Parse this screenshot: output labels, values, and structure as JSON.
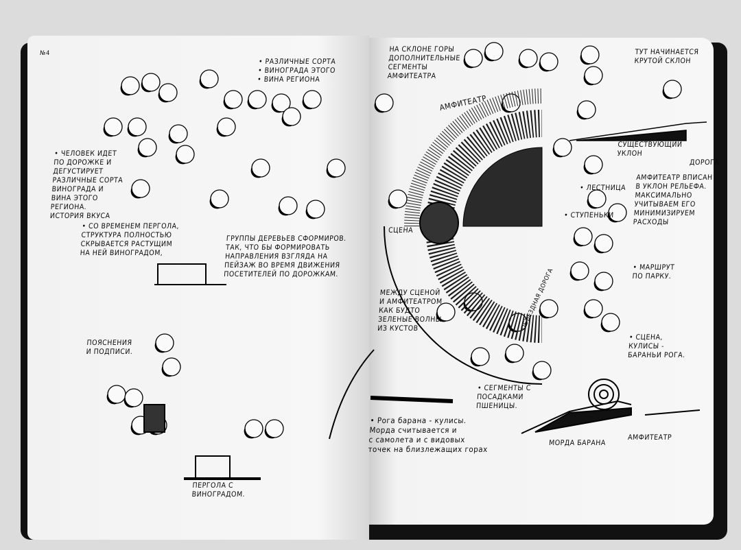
{
  "left_page": {
    "page_mark": "№4",
    "notes": {
      "grape_varieties": "• Различные сорта\n• винограда этого\n• вина региона",
      "person_walks": "• Человек идет\nпо дорожке и\nдегустирует\nразличные сорта\nвинограда и\nвина этого\nрегиона.\nИстория вкуса",
      "pergola_over_time": "• Со временем пергола,\nструктура полностью\nскрывается растущим\nна ней виноградом,",
      "tree_groups": "Группы деревьев сформиров.\nтак, что бы формировать\nнаправления взгляда на\nпейзаж во время движения\nпосетителей по дорожкам.",
      "explanations": "Пояснения\nи подписи.",
      "pergola_with_grapes": "Пергола с\nвиноградом."
    }
  },
  "right_page": {
    "notes": {
      "mountain_slope": "На склоне горы\nдополнительные\nсегменты\nамфитеатра",
      "steep_slope": "Тут начинается\nкрутой склон",
      "amphitheatre_arc": "Амфитеатр",
      "existing_slope": "существующий\nуклон",
      "road": "Дорога",
      "amphitheatre_fit": "Амфитеатр вписан\nв уклон рельефа.\nМаксимально\nучитываем его\nминимизируем\nрасходы",
      "staircase": "• Лестница",
      "steps": "• Ступеньки",
      "stage": "Сцена",
      "park_route": "• Маршрут\nпо парку.",
      "bypass_road": "Объездная дорога",
      "between_stage": "Между сценой\nи амфитеатром\nкак будто\nзеленые волны\nиз кустов",
      "wheat_segments": "• Сегменты с\nпосадками\nпшеницы.",
      "ram_horns": "• Рога барана - кулисы.\nМорда считывается и\nс самолета и с видовых\nточек на близлежащих горах",
      "stage_wings": "• Сцена,\nкулисы -\nбараньи рога.",
      "ram_muzzle": "Морда барана",
      "amphitheatre_label": "Амфитеатр"
    }
  }
}
